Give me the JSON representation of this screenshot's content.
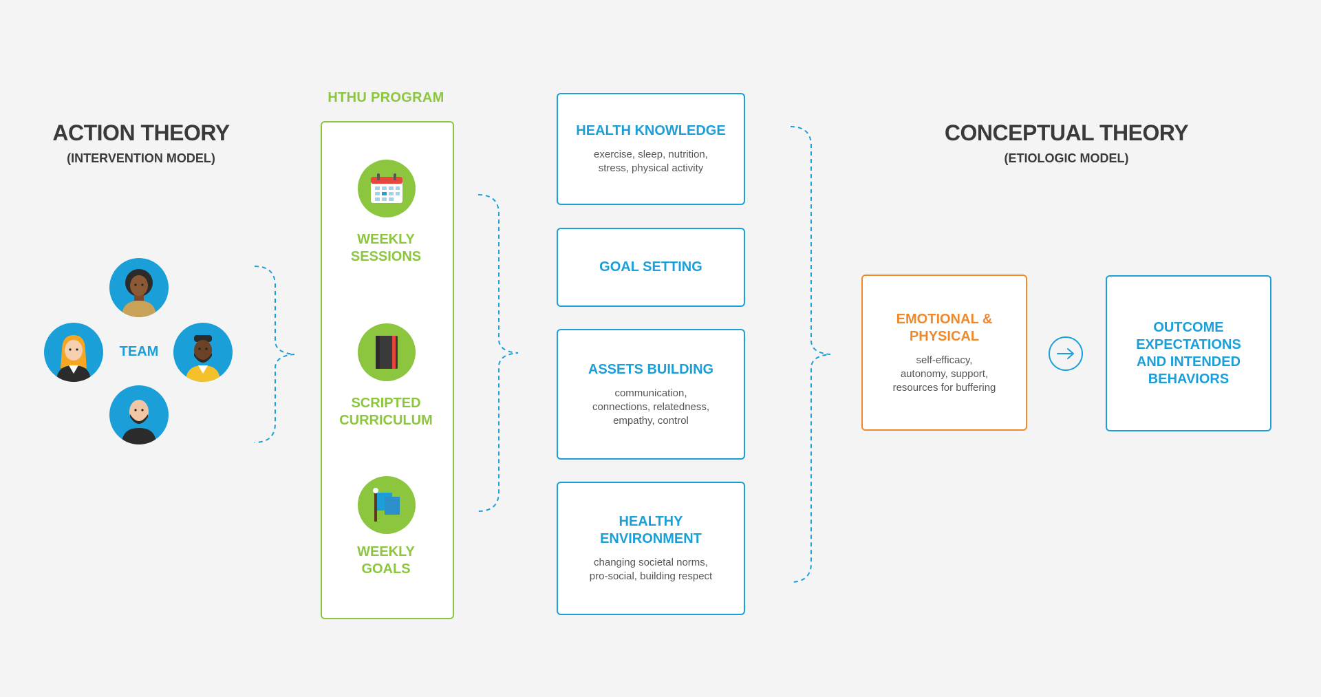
{
  "action_theory": {
    "title": "ACTION THEORY",
    "subtitle": "(INTERVENTION MODEL)"
  },
  "team": {
    "label": "TEAM"
  },
  "program": {
    "label": "HTHU PROGRAM",
    "items": [
      {
        "label": "WEEKLY\nSESSIONS",
        "icon": "calendar-icon"
      },
      {
        "label": "SCRIPTED\nCURRICULUM",
        "icon": "notebook-icon"
      },
      {
        "label": "WEEKLY\nGOALS",
        "icon": "flag-icon"
      }
    ]
  },
  "components": [
    {
      "title": "HEALTH KNOWLEDGE",
      "desc": "exercise, sleep, nutrition,\nstress, physical activity"
    },
    {
      "title": "GOAL SETTING",
      "desc": ""
    },
    {
      "title": "ASSETS BUILDING",
      "desc": "communication,\nconnections, relatedness,\nempathy, control"
    },
    {
      "title": "HEALTHY\nENVIRONMENT",
      "desc": "changing societal norms,\npro-social, building respect"
    }
  ],
  "conceptual_theory": {
    "title": "CONCEPTUAL THEORY",
    "subtitle": "(ETIOLOGIC MODEL)"
  },
  "emotional": {
    "title": "EMOTIONAL &\nPHYSICAL",
    "desc": "self-efficacy,\nautonomy, support,\nresources for buffering"
  },
  "outcome": {
    "title": "OUTCOME\nEXPECTATIONS\nAND INTENDED\nBEHAVIORS"
  },
  "colors": {
    "green": "#8cc63f",
    "blue": "#1a9fd9",
    "orange": "#f0892b",
    "dark": "#3a3a3a",
    "background": "#f4f4f4"
  }
}
